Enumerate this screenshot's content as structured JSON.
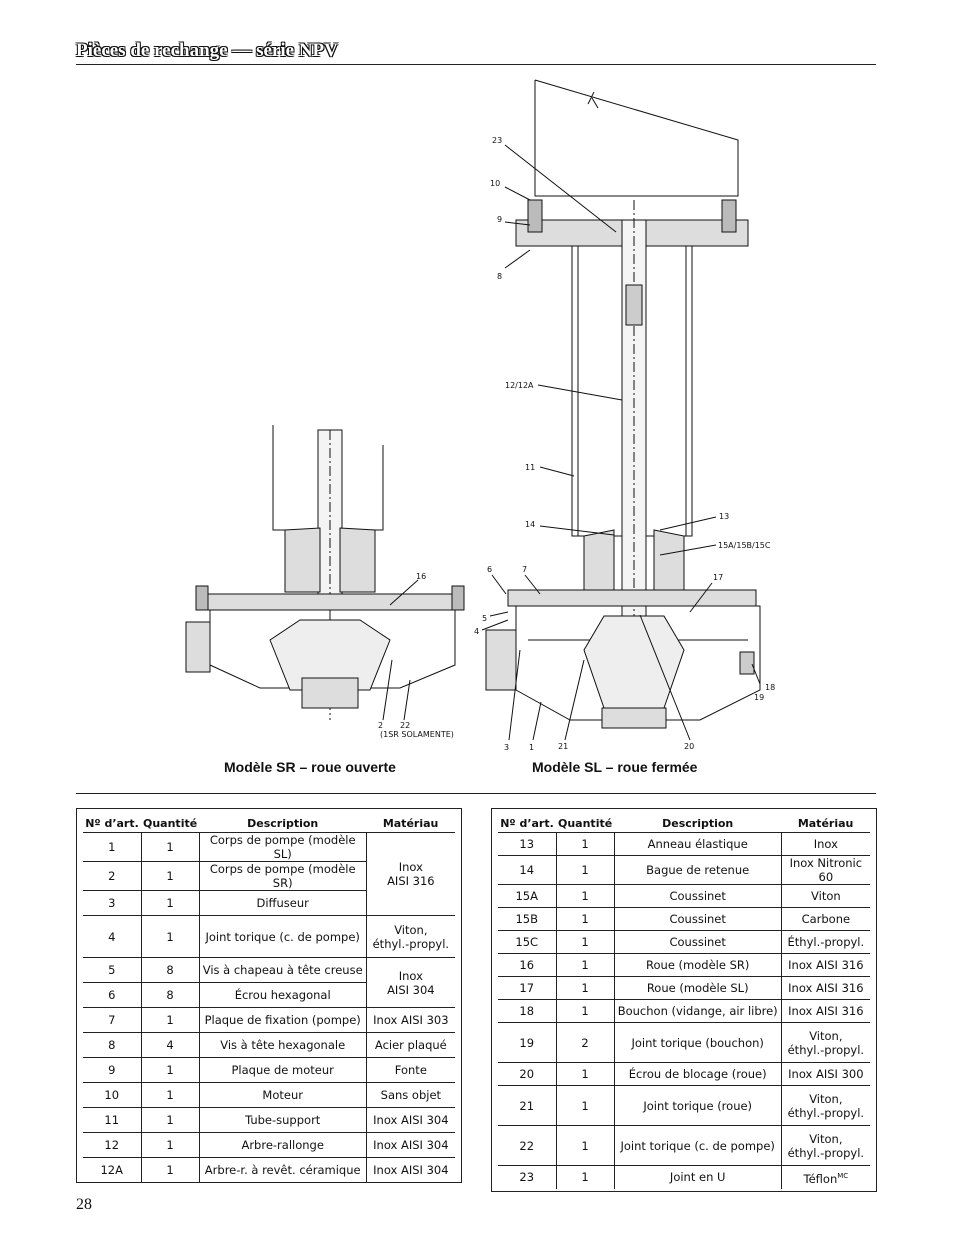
{
  "page": {
    "title": "Pièces de rechange — série NPV",
    "page_number": "28"
  },
  "figure": {
    "caption_sr": "Modèle SR – roue ouverte",
    "caption_sl": "Modèle SL – roue fermée",
    "callouts": {
      "c23": "23",
      "c10": "10",
      "c9": "9",
      "c8": "8",
      "c12": "12/12A",
      "c11": "11",
      "c14": "14",
      "c13": "13",
      "c15": "15A/15B/15C",
      "c6": "6",
      "c7": "7",
      "c17": "17",
      "c5": "5",
      "c4": "4",
      "c18": "18",
      "c19": "19",
      "c3": "3",
      "c1": "1",
      "c21": "21",
      "c20": "20",
      "c16": "16",
      "c2": "2",
      "c22": "22",
      "c22note": "(1SR SOLAMENTE)"
    }
  },
  "table_left": {
    "headers": [
      "Nº d’art.",
      "Quantité",
      "Description",
      "Matériau"
    ],
    "rows": [
      {
        "no": "1",
        "qty": "1",
        "desc": "Corps de pompe (modèle SL)"
      },
      {
        "no": "2",
        "qty": "1",
        "desc": "Corps de pompe (modèle SR)"
      },
      {
        "no": "3",
        "qty": "1",
        "desc": "Diffuseur"
      },
      {
        "no": "4",
        "qty": "1",
        "desc": "Joint torique (c. de pompe)"
      },
      {
        "no": "5",
        "qty": "8",
        "desc": "Vis à chapeau à tête creuse"
      },
      {
        "no": "6",
        "qty": "8",
        "desc": "Écrou hexagonal"
      },
      {
        "no": "7",
        "qty": "1",
        "desc": "Plaque de fixation (pompe)",
        "mat": "Inox AISI 303"
      },
      {
        "no": "8",
        "qty": "4",
        "desc": "Vis à tête hexagonale",
        "mat": "Acier plaqué"
      },
      {
        "no": "9",
        "qty": "1",
        "desc": "Plaque de moteur",
        "mat": "Fonte"
      },
      {
        "no": "10",
        "qty": "1",
        "desc": "Moteur",
        "mat": "Sans objet"
      },
      {
        "no": "11",
        "qty": "1",
        "desc": "Tube-support",
        "mat": "Inox AISI 304"
      },
      {
        "no": "12",
        "qty": "1",
        "desc": "Arbre-rallonge",
        "mat": "Inox AISI 304"
      },
      {
        "no": "12A",
        "qty": "1",
        "desc": "Arbre-r. à revêt. céramique",
        "mat": "Inox AISI 304"
      }
    ],
    "merged": {
      "inox316_a": "Inox",
      "inox316_b": "AISI 316",
      "viton_a": "Viton,",
      "viton_b": "éthyl.-propyl.",
      "inox304_a": "Inox",
      "inox304_b": "AISI 304"
    }
  },
  "table_right": {
    "headers": [
      "Nº d’art.",
      "Quantité",
      "Description",
      "Matériau"
    ],
    "rows": [
      {
        "no": "13",
        "qty": "1",
        "desc": "Anneau élastique",
        "mat": "Inox"
      },
      {
        "no": "14",
        "qty": "1",
        "desc": "Bague de retenue",
        "mat": "Inox Nitronic 60"
      },
      {
        "no": "15A",
        "qty": "1",
        "desc": "Coussinet",
        "mat": "Viton"
      },
      {
        "no": "15B",
        "qty": "1",
        "desc": "Coussinet",
        "mat": "Carbone"
      },
      {
        "no": "15C",
        "qty": "1",
        "desc": "Coussinet",
        "mat": "Éthyl.-propyl."
      },
      {
        "no": "16",
        "qty": "1",
        "desc": "Roue (modèle SR)",
        "mat": "Inox AISI 316"
      },
      {
        "no": "17",
        "qty": "1",
        "desc": "Roue (modèle SL)",
        "mat": "Inox AISI 316"
      },
      {
        "no": "18",
        "qty": "1",
        "desc": "Bouchon (vidange, air libre)",
        "mat": "Inox AISI 316"
      },
      {
        "no": "19",
        "qty": "2",
        "desc": "Joint torique (bouchon)",
        "mat_a": "Viton,",
        "mat_b": "éthyl.-propyl."
      },
      {
        "no": "20",
        "qty": "1",
        "desc": "Écrou de blocage (roue)",
        "mat": "Inox AISI 300"
      },
      {
        "no": "21",
        "qty": "1",
        "desc": "Joint torique (roue)",
        "mat_a": "Viton,",
        "mat_b": "éthyl.-propyl."
      },
      {
        "no": "22",
        "qty": "1",
        "desc": "Joint torique (c. de pompe)",
        "mat_a": "Viton,",
        "mat_b": "éthyl.-propyl."
      },
      {
        "no": "23",
        "qty": "1",
        "desc": "Joint en U",
        "mat": "Téflon",
        "mat_sup": "MC"
      }
    ]
  }
}
